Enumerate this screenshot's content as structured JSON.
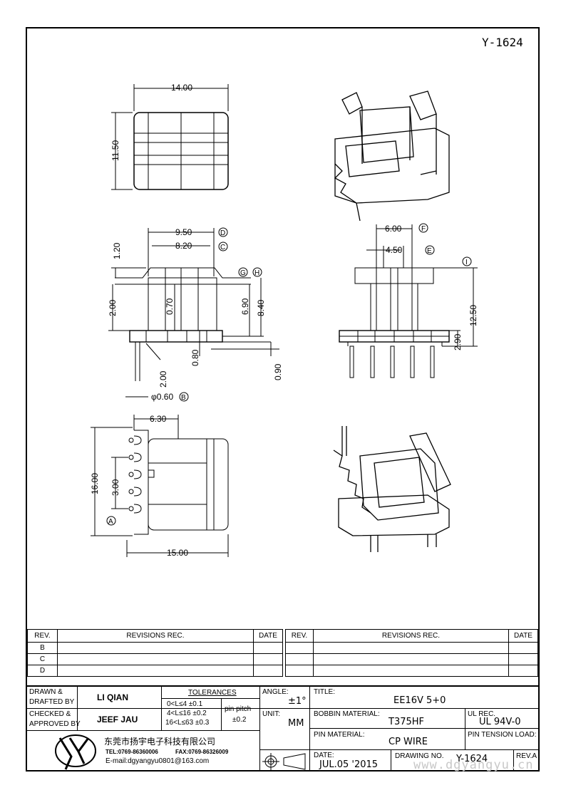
{
  "drawing_number": "Y-1624",
  "dimensions": {
    "top_width": "14.00",
    "top_height": "11.50",
    "front_950": "9.50",
    "front_820": "8.20",
    "front_120": "1.20",
    "front_200": "2.00",
    "front_070": "0.70",
    "front_690": "6.90",
    "front_840": "8.40",
    "front_080": "0.80",
    "front_090": "0.90",
    "front_200b": "2.00",
    "front_pin": "φ0.60",
    "side_600": "6.00",
    "side_450": "4.50",
    "side_1250": "12.50",
    "side_290": "2.90",
    "bottom_630": "6.30",
    "bottom_1600": "16.00",
    "bottom_300": "3.00",
    "bottom_1500": "15.00"
  },
  "callouts": {
    "a": "A",
    "b": "B",
    "d": "D",
    "c": "C",
    "e": "E",
    "f": "F",
    "g": "G",
    "h": "H",
    "i": "I"
  },
  "revisions": {
    "header_rev": "REV.",
    "header_rec": "REVISIONS   REC.",
    "header_date": "DATE",
    "rows": [
      "B",
      "C",
      "D"
    ]
  },
  "title_block": {
    "drawn_label": "DRAWN &",
    "drafted_label": "DRAFTED BY",
    "drawn_by": "LI QIAN",
    "checked_label": "CHECKED &",
    "approved_label": "APPROVED BY",
    "checked_by": "JEEF JAU",
    "tolerances_label": "TOLERANCES",
    "tol1": "0<L≤4   ±0.1",
    "tol2": "4<L≤16  ±0.2",
    "tol3": "16<L≤63 ±0.3",
    "pin_pitch_label": "pin pitch",
    "pin_pitch_value": "±0.2",
    "angle_label": "ANGLE:",
    "angle_value": "±1°",
    "unit_label": "UNIT:",
    "unit_value": "MM",
    "title_label": "TITLE:",
    "title_value": "EE16V 5+0",
    "bobbin_label": "BOBBIN MATERIAL:",
    "bobbin_value": "T375HF",
    "ul_label": "UL REC.",
    "ul_value": "UL 94V-0",
    "pin_material_label": "PIN MATERIAL:",
    "pin_material_value": "CP WIRE",
    "pin_tension_label": "PIN TENSION LOAD:",
    "date_label": "DATE:",
    "date_value": "JUL.05 '2015",
    "drawing_no_label": "DRAWING NO.",
    "drawing_no_value": "Y-1624",
    "rev_label": "REV.A",
    "company_name": "东莞市扬宇电子科技有限公司",
    "tel": "TEL:0769-86360006",
    "fax": "FAX:0769-86326009",
    "email": "E-mail:dgyangyu0801@163.com"
  },
  "watermark": "www.dgyangyu.cn"
}
